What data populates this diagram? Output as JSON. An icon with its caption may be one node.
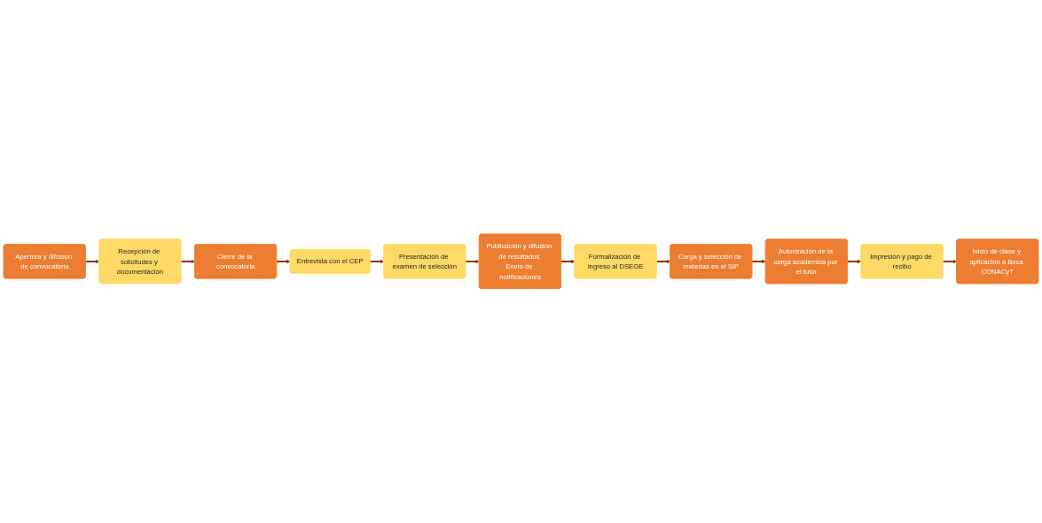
{
  "diagram": {
    "nodes": [
      {
        "text": [
          "Apertura y difusión de convocatoria"
        ]
      },
      {
        "text": [
          "Recepción de solicitudes y documentación"
        ]
      },
      {
        "text": [
          "Cierre de la convocatoria"
        ]
      },
      {
        "text": [
          "Entrevista con el CEP"
        ]
      },
      {
        "text": [
          "Carga y selección de materias en el SIP"
        ]
      },
      {
        "text": [
          "Formalización de ingreso al DSEGE"
        ]
      },
      {
        "text": [
          "Publicación y difusión de resultados.",
          "Envío de notificaciones"
        ]
      },
      {
        "text": [
          "Presentación de examen de selección"
        ]
      },
      {
        "text": [
          "Autorización de la carga académica por el tutor"
        ]
      },
      {
        "text": [
          "Impresión y pago de recibo"
        ]
      },
      {
        "text": [
          "Inicio de clase y aplicación a Beca CONACyT"
        ]
      }
    ],
    "edges": [
      {
        "from": 0,
        "to": 1,
        "arrow": "to"
      },
      {
        "from": 1,
        "to": 2,
        "arrow": "to"
      },
      {
        "from": 2,
        "to": 3,
        "arrow": "to"
      },
      {
        "from": 3,
        "to": 7,
        "arrow": "to"
      },
      {
        "from": 7,
        "to": 6,
        "arrow": "to"
      },
      {
        "from": 6,
        "to": 5,
        "arrow": "to"
      },
      {
        "from": 5,
        "to": 4,
        "arrow": "to"
      },
      {
        "from": 4,
        "to": 8,
        "arrow": "to"
      },
      {
        "from": 8,
        "to": 9,
        "arrow": "to"
      },
      {
        "from": 9,
        "to": 10,
        "arrow": "to"
      }
    ]
  }
}
